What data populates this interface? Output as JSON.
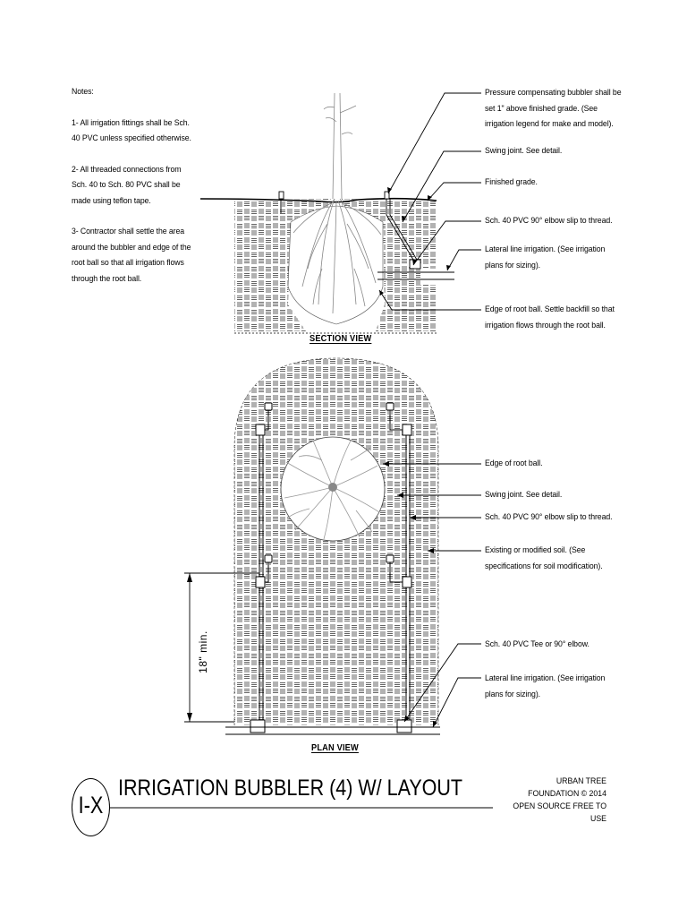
{
  "notes": {
    "header": "Notes:",
    "items": [
      "1- All irrigation fittings shall be Sch.\n40 PVC unless specified otherwise.",
      "2- All threaded connections from\nSch. 40 to Sch. 80 PVC shall be\nmade using teflon tape.",
      "3- Contractor shall settle the area\naround the bubbler and edge of the\nroot ball so that all irrigation flows\nthrough the root ball."
    ]
  },
  "section_view": {
    "label": "SECTION VIEW",
    "callouts": [
      "Pressure compensating bubbler shall be\nset 1\" above finished grade. (See\nirrigation legend for make and model).",
      "Swing joint. See detail.",
      "Finished grade.",
      "Sch. 40 PVC 90° elbow slip to thread.",
      "Lateral line irrigation. (See irrigation\nplans for sizing).",
      "Edge of root ball. Settle backfill so that\nirrigation flows through the root ball."
    ]
  },
  "plan_view": {
    "label": "PLAN VIEW",
    "dimension": "18\" min.",
    "callouts": [
      "Edge of root ball.",
      "Swing joint. See detail.",
      "Sch. 40 PVC 90° elbow slip to thread.",
      "Existing or modified soil. (See\nspecifications for soil modification).",
      "Sch. 40 PVC Tee or 90° elbow.",
      "Lateral line irrigation. (See irrigation\nplans for sizing)."
    ]
  },
  "title_block": {
    "detail_id": "I-X",
    "title": "IRRIGATION BUBBLER (4) W/ LAYOUT",
    "org_line1": "URBAN TREE FOUNDATION © 2014",
    "org_line2": "OPEN SOURCE FREE TO USE"
  }
}
